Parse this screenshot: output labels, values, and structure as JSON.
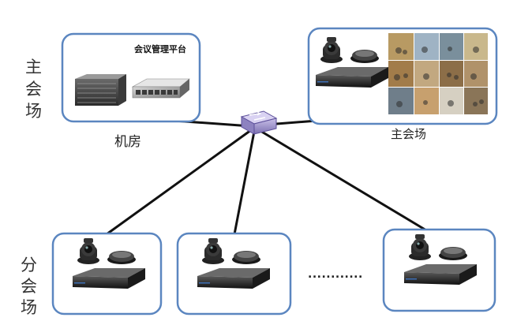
{
  "left_labels": {
    "main": [
      "主",
      "会",
      "场"
    ],
    "branch": [
      "分",
      "会",
      "场"
    ]
  },
  "server_room": {
    "platform_title": "会议管理平台",
    "caption": "机房"
  },
  "main_site": {
    "caption": "主会场"
  },
  "ellipsis": "............",
  "colors": {
    "box_border": "#5b86c0",
    "link_line": "#111111",
    "switch_fill": "#9a8fc8"
  }
}
